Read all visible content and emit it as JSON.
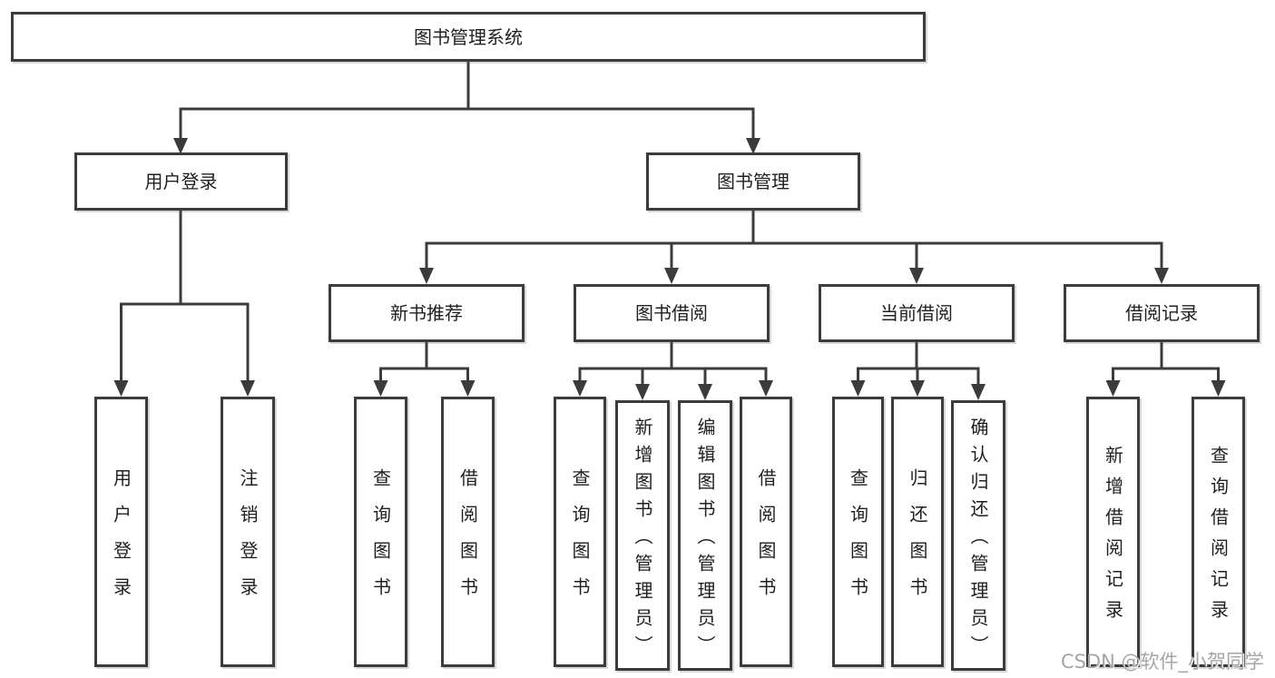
{
  "tree": {
    "label": "图书管理系统",
    "children": [
      {
        "label": "用户登录",
        "children": [
          {
            "label": "用户登录"
          },
          {
            "label": "注销登录"
          }
        ]
      },
      {
        "label": "图书管理",
        "children": [
          {
            "label": "新书推荐",
            "children": [
              {
                "label": "查询图书"
              },
              {
                "label": "借阅图书"
              }
            ]
          },
          {
            "label": "图书借阅",
            "children": [
              {
                "label": "查询图书"
              },
              {
                "label": "新增图书（管理员）"
              },
              {
                "label": "编辑图书（管理员）"
              },
              {
                "label": "借阅图书"
              }
            ]
          },
          {
            "label": "当前借阅",
            "children": [
              {
                "label": "查询图书"
              },
              {
                "label": "归还图书"
              },
              {
                "label": "确认归还（管理员）"
              }
            ]
          },
          {
            "label": "借阅记录",
            "children": [
              {
                "label": "新增借阅记录"
              },
              {
                "label": "查询借阅记录"
              }
            ]
          }
        ]
      }
    ]
  },
  "watermark": {
    "text": "CSDN @软件_小贺同学"
  },
  "colors": {
    "line": "#3b3b3b",
    "text": "#1f1f1f",
    "background": "#ffffff",
    "watermark": "#a6a6a6"
  }
}
